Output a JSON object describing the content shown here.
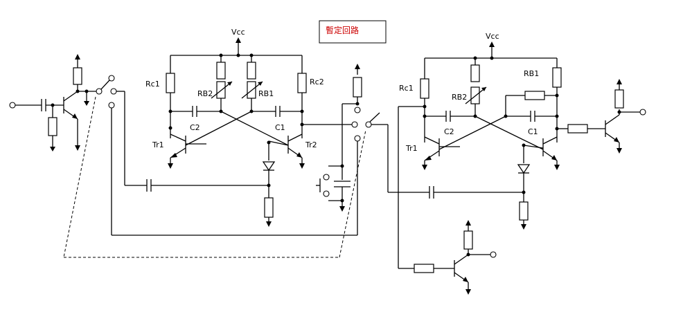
{
  "title": "暫定回路",
  "colors": {
    "title_text": "#cc0000",
    "line": "#000000",
    "background": "#ffffff"
  },
  "left_circuit": {
    "vcc": "Vcc",
    "rc1": "Rc1",
    "rc2": "Rc2",
    "rb1": "RB1",
    "rb2": "RB2",
    "c1": "C1",
    "c2": "C2",
    "tr1": "Tr1",
    "tr2": "Tr2"
  },
  "right_circuit": {
    "vcc": "Vcc",
    "rc1": "Rc1",
    "rb1": "RB1",
    "rb2": "RB2",
    "c1": "C1",
    "c2": "C2",
    "tr1": "Tr1"
  }
}
